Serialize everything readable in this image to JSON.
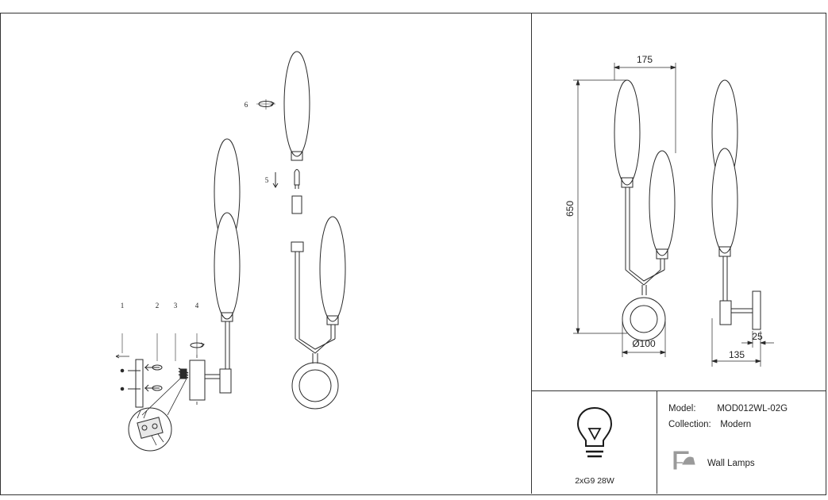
{
  "assembly": {
    "steps": [
      "1",
      "2",
      "3",
      "4",
      "5",
      "6"
    ]
  },
  "dimensions": {
    "width_top": "175",
    "height_total": "650",
    "ring_diameter": "Ø100",
    "backplate_depth": "25",
    "projection": "135"
  },
  "spec": {
    "model_label": "Model:",
    "model_value": "MOD012WL-02G",
    "collection_label": "Collection:",
    "collection_value": "Modern",
    "category_label": "Wall Lamps",
    "bulb_spec": "2xG9 28W"
  },
  "icons": {
    "bulb": "light-bulb-icon",
    "wall_lamp": "wall-lamp-icon",
    "rotate": "rotate-arrow-icon",
    "arrow_down": "arrow-down-icon"
  },
  "colors": {
    "line": "#2a2a2a",
    "frame": "#333333",
    "fill_light": "#f2f2f2"
  }
}
